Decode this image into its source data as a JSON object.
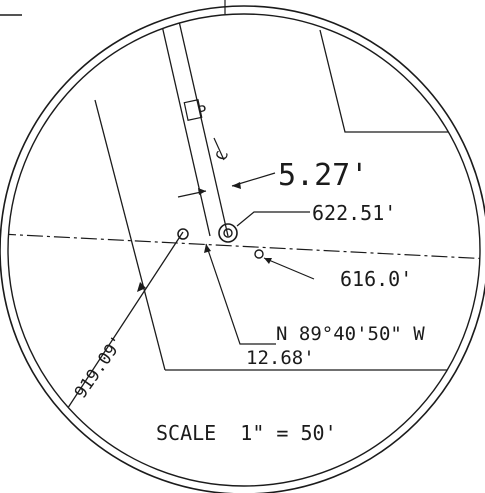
{
  "labels": {
    "offset_distance": "5.27'",
    "elevation_top": "622.51'",
    "elevation_bottom": "616.0'",
    "bearing": "N 89°40'50\" W",
    "bearing_distance": "12.68'",
    "radial_distance": "919.09'",
    "scale": "SCALE  1\" = 50'",
    "pole_mark_upper": "P",
    "pole_mark_lower": "C"
  },
  "colors": {
    "ink": "#1b1b1b",
    "paper": "#ffffff"
  }
}
